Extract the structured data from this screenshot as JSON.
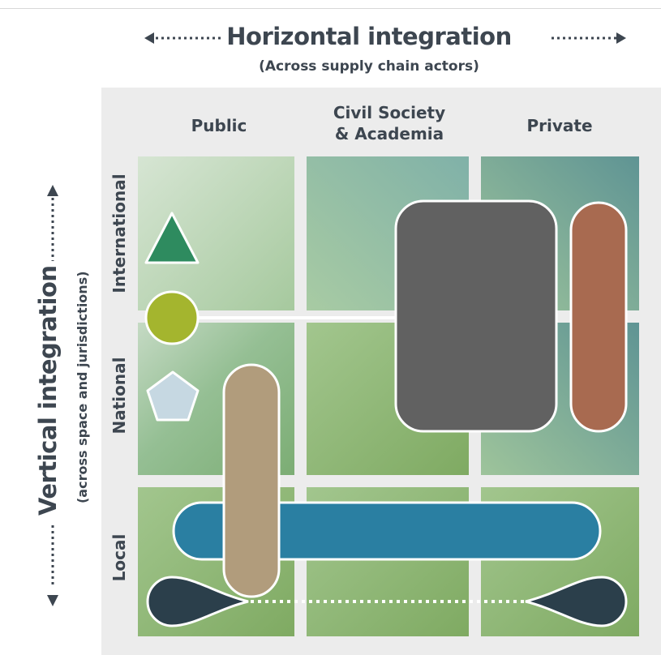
{
  "horizontal_axis": {
    "title": "Horizontal integration",
    "subtitle": "(Across supply chain actors)"
  },
  "vertical_axis": {
    "title": "Vertical integration",
    "subtitle": "(across space and jurisdictions)"
  },
  "columns": {
    "public": "Public",
    "civil_line1": "Civil Society",
    "civil_line2": "& Academia",
    "private": "Private"
  },
  "rows": {
    "international": "International",
    "national": "National",
    "local": "Local"
  },
  "colors": {
    "triangle": "#2e8b5f",
    "circle": "#a4b52e",
    "pentagon": "#c6d8e2",
    "gray_block": "#616161",
    "red_pill": "#a86a50",
    "tan_pill": "#b19c7c",
    "blue_bar": "#2a7fa2",
    "navy_drops": "#2b3f4b",
    "axis_text": "#3d4650"
  }
}
